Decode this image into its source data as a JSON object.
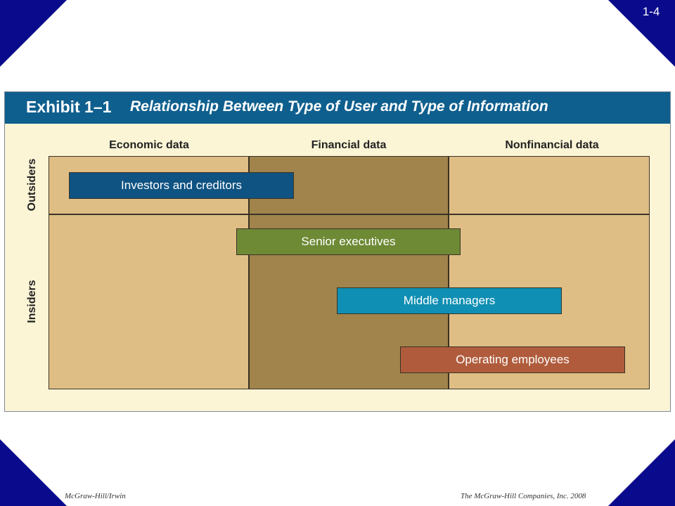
{
  "slide": {
    "number": "1-4"
  },
  "exhibit": {
    "label": "Exhibit 1–1",
    "title": "Relationship Between Type of User and Type of Information",
    "columns": [
      "Economic data",
      "Financial data",
      "Nonfinancial data"
    ],
    "rows": [
      "Outsiders",
      "Insiders"
    ],
    "bars": [
      {
        "label": "Investors and creditors",
        "color": "#0f5382"
      },
      {
        "label": "Senior executives",
        "color": "#6e8a35"
      },
      {
        "label": "Middle managers",
        "color": "#0f8fb3"
      },
      {
        "label": "Operating employees",
        "color": "#b05c3c"
      }
    ]
  },
  "footer": {
    "left": "McGraw-Hill/Irwin",
    "right": "The McGraw-Hill Companies, Inc. 2008"
  },
  "colors": {
    "corner": "#0a0a8c",
    "header": "#0f5f8e",
    "panel_bg": "#fbf5d6",
    "cell_light": "#dfbe85",
    "cell_dark": "#a0844c"
  }
}
